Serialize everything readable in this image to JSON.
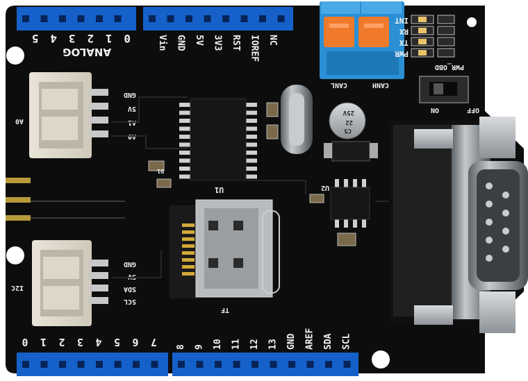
{
  "board": {
    "analog_header_label": "ANALOG",
    "analog_pins": [
      "0",
      "1",
      "2",
      "3",
      "4",
      "5"
    ],
    "power_pins": [
      "Vin",
      "GND",
      "5V",
      "3V3",
      "RST",
      "IOREF",
      "NC"
    ],
    "digital_low_pins": [
      "7",
      "6",
      "5",
      "4",
      "3",
      "2",
      "1",
      "0"
    ],
    "digital_high_pins": [
      "8",
      "9",
      "10",
      "11",
      "12",
      "13",
      "GND",
      "AREF",
      "SDA",
      "SCL"
    ],
    "grove_a0": {
      "name": "A0",
      "pins": [
        "GND",
        "5V",
        "A1",
        "A0"
      ]
    },
    "grove_i2c": {
      "name": "I2C",
      "pins": [
        "GND",
        "5V",
        "SDA",
        "SCL"
      ]
    },
    "leds": [
      "INT",
      "RX",
      "TX",
      "PWR"
    ],
    "can_terminal_labels": [
      "CANL",
      "CANH"
    ],
    "switch": {
      "label": "PWR_OBD",
      "on": "ON",
      "off": "OFF"
    },
    "chips": {
      "u1": "U1",
      "u2": "U2",
      "sd": "TF",
      "cap": "C5",
      "cap_value": "22",
      "cap_voltage": "25V",
      "diode": "D1"
    }
  },
  "colors": {
    "pcb": "#0d0d0d",
    "header": "#1561c9",
    "terminal": "#2a8fd4",
    "lever": "#f07a2c",
    "connector_metal": "#8a8f93"
  }
}
